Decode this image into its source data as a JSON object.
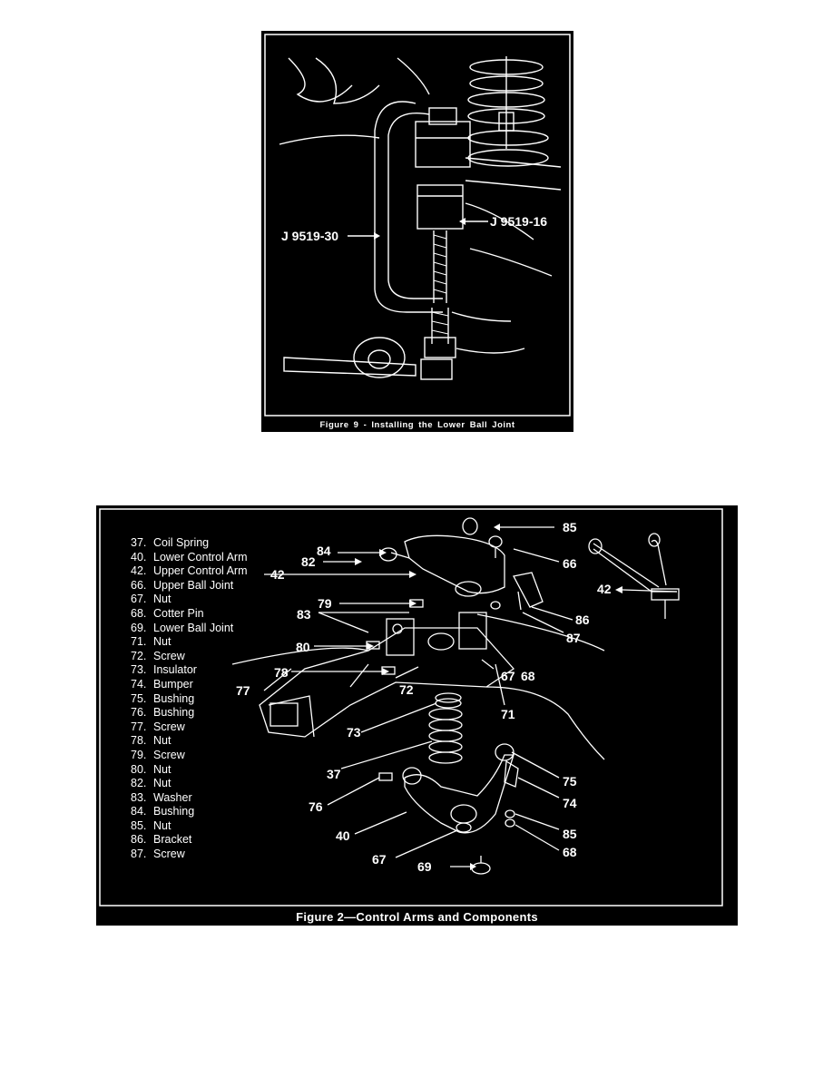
{
  "figure9": {
    "caption": "Figure 9 - Installing the Lower Ball Joint",
    "tool_left": "J 9519-30",
    "tool_right": "J 9519-16"
  },
  "figure2": {
    "caption": "Figure 2—Control Arms and Components",
    "legend": [
      {
        "num": "37.",
        "name": "Coil Spring"
      },
      {
        "num": "40.",
        "name": "Lower Control Arm"
      },
      {
        "num": "42.",
        "name": "Upper Control Arm"
      },
      {
        "num": "66.",
        "name": "Upper Ball Joint"
      },
      {
        "num": "67.",
        "name": "Nut"
      },
      {
        "num": "68.",
        "name": "Cotter Pin"
      },
      {
        "num": "69.",
        "name": "Lower Ball Joint"
      },
      {
        "num": "71.",
        "name": "Nut"
      },
      {
        "num": "72.",
        "name": "Screw"
      },
      {
        "num": "73.",
        "name": "Insulator"
      },
      {
        "num": "74.",
        "name": "Bumper"
      },
      {
        "num": "75.",
        "name": "Bushing"
      },
      {
        "num": "76.",
        "name": "Bushing"
      },
      {
        "num": "77.",
        "name": "Screw"
      },
      {
        "num": "78.",
        "name": "Nut"
      },
      {
        "num": "79.",
        "name": "Screw"
      },
      {
        "num": "80.",
        "name": "Nut"
      },
      {
        "num": "82.",
        "name": "Nut"
      },
      {
        "num": "83.",
        "name": "Washer"
      },
      {
        "num": "84.",
        "name": "Bushing"
      },
      {
        "num": "85.",
        "name": "Nut"
      },
      {
        "num": "86.",
        "name": "Bracket"
      },
      {
        "num": "87.",
        "name": "Screw"
      }
    ],
    "callouts": {
      "c84": "84",
      "c82": "82",
      "c42a": "42",
      "c85a": "85",
      "c66": "66",
      "c42b": "42",
      "c79": "79",
      "c83": "83",
      "c86": "86",
      "c87": "87",
      "c80": "80",
      "c78": "78",
      "c67a": "67",
      "c68a": "68",
      "c77": "77",
      "c72": "72",
      "c71": "71",
      "c73": "73",
      "c37": "37",
      "c75": "75",
      "c76": "76",
      "c74": "74",
      "c40": "40",
      "c85b": "85",
      "c68b": "68",
      "c67b": "67",
      "c69": "69"
    }
  }
}
